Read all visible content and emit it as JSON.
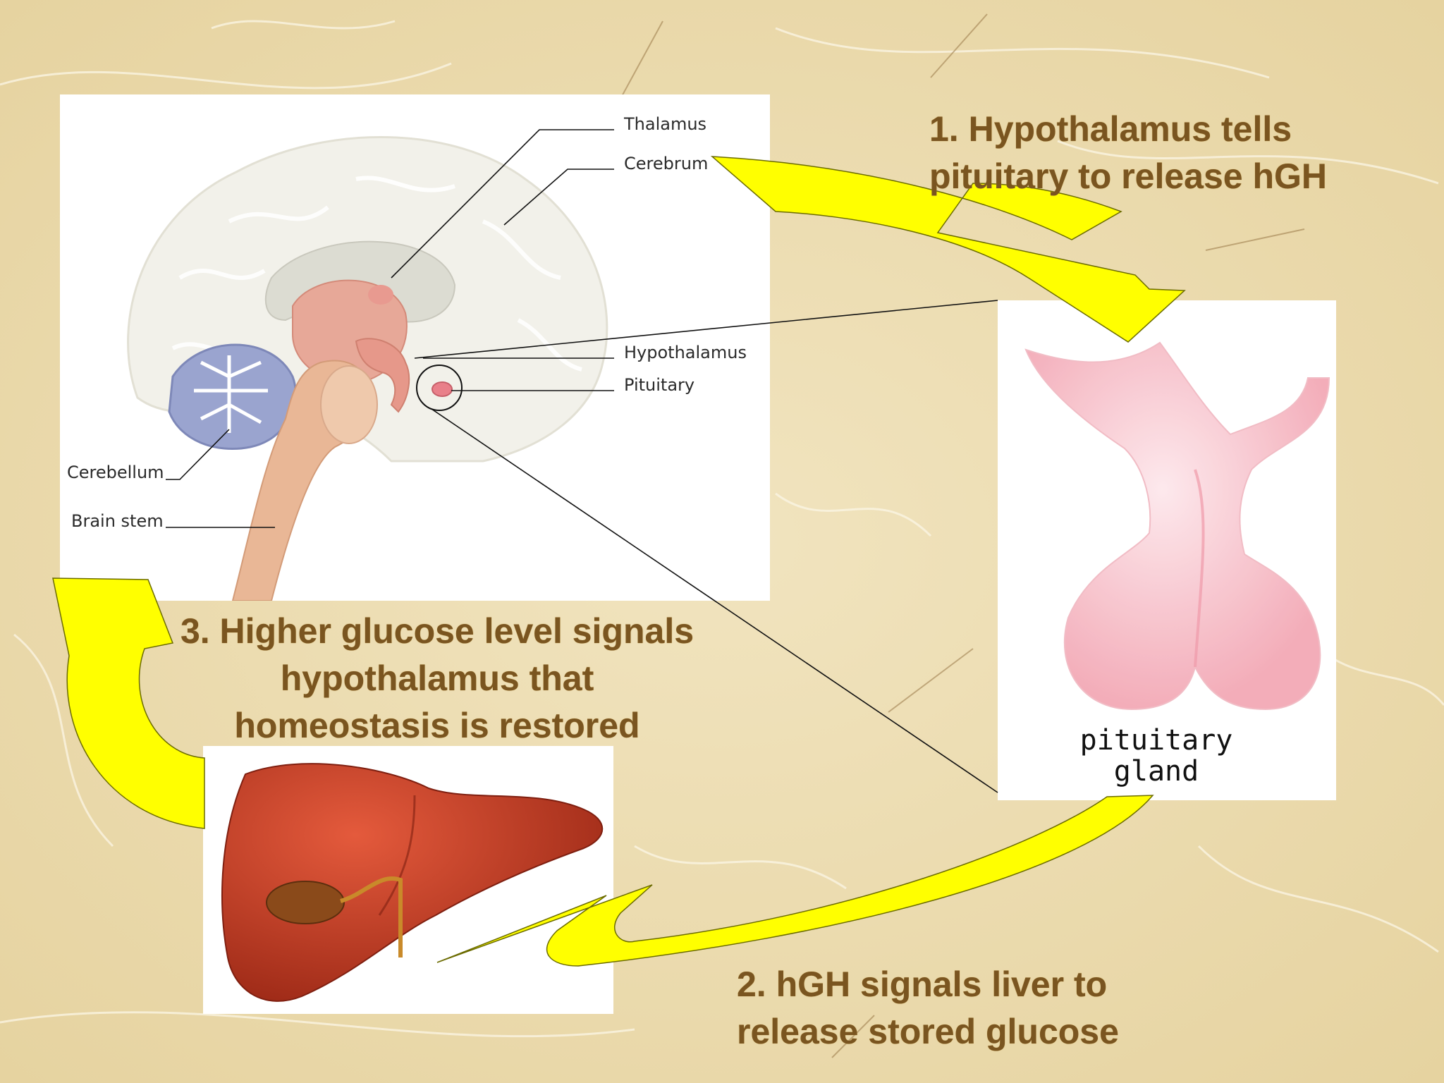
{
  "brain_labels": {
    "thalamus": "Thalamus",
    "cerebrum": "Cerebrum",
    "hypothalamus": "Hypothalamus",
    "pituitary": "Pituitary",
    "cerebellum": "Cerebellum",
    "brain_stem": "Brain stem"
  },
  "pituitary_label": {
    "line1": "pituitary",
    "line2": "gland"
  },
  "steps": {
    "step1": "1. Hypothalamus tells pituitary to release hGH",
    "step2": "2. hGH signals liver to release stored glucose",
    "step3": "3. Higher glucose level signals hypothalamus that homeostasis is restored"
  },
  "colors": {
    "arrow_fill": "#ffff00",
    "caption_text": "#7a5520",
    "background": "#efe0b6"
  }
}
